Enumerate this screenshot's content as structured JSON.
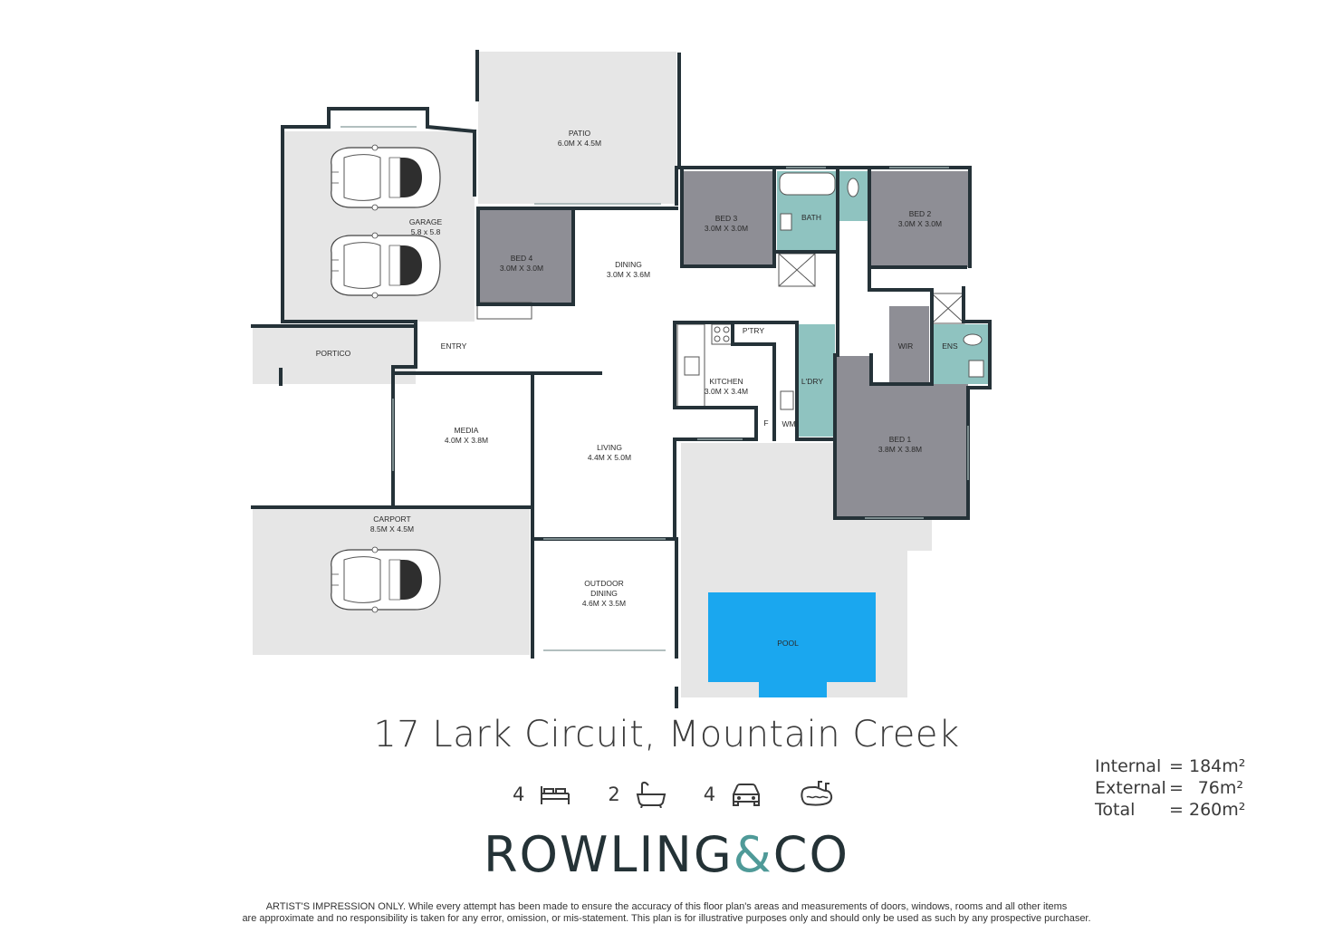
{
  "rooms": {
    "patio": {
      "name": "PATIO",
      "size": "6.0M X 4.5M"
    },
    "garage": {
      "name": "GARAGE",
      "size": "5.8 x 5.8"
    },
    "bed4": {
      "name": "BED 4",
      "size": "3.0M X 3.0M"
    },
    "dining": {
      "name": "DINING",
      "size": "3.0M X 3.6M"
    },
    "bed3": {
      "name": "BED 3",
      "size": "3.0M X 3.0M"
    },
    "bath": {
      "name": "BATH"
    },
    "bed2": {
      "name": "BED 2",
      "size": "3.0M X 3.0M"
    },
    "portico": {
      "name": "PORTICO"
    },
    "entry": {
      "name": "ENTRY"
    },
    "pantry": {
      "name": "P'TRY"
    },
    "kitchen": {
      "name": "KITCHEN",
      "size": "3.0M X 3.4M"
    },
    "laundry": {
      "name": "L'DRY"
    },
    "wir": {
      "name": "WIR"
    },
    "ens": {
      "name": "ENS"
    },
    "fridge": {
      "name": "F"
    },
    "wm": {
      "name": "WM"
    },
    "media": {
      "name": "MEDIA",
      "size": "4.0M X 3.8M"
    },
    "living": {
      "name": "LIVING",
      "size": "4.4M X 5.0M"
    },
    "bed1": {
      "name": "BED 1",
      "size": "3.8M X 3.8M"
    },
    "carport": {
      "name": "CARPORT",
      "size": "8.5M X 4.5M"
    },
    "outdoor_dining": {
      "name": "OUTDOOR",
      "name2": "DINING",
      "size": "4.6M X 3.5M"
    },
    "pool": {
      "name": "POOL"
    }
  },
  "address": "17 Lark Circuit, Mountain Creek",
  "features": {
    "bedrooms": "4",
    "bathrooms": "2",
    "cars": "4",
    "icons": [
      "bed-icon",
      "bathtub-icon",
      "car-icon",
      "pool-icon"
    ]
  },
  "areas": {
    "internal": {
      "label": "Internal",
      "eq": "=",
      "value": "184m²"
    },
    "external": {
      "label": "External",
      "eq": "=",
      "value": "76m²"
    },
    "total": {
      "label": "Total",
      "eq": "=",
      "value": "260m²"
    }
  },
  "logo": {
    "part1": "ROWLING",
    "amp": "&",
    "part2": "CO"
  },
  "disclaimer": {
    "line1": "ARTIST'S IMPRESSION ONLY. While every attempt has been made to ensure the accuracy of this floor plan's areas and measurements of doors, windows, rooms and all other items",
    "line2": "are approximate and no responsibility is taken for any error, omission, or mis-statement. This plan is for illustrative purposes only and should only be used as such by any prospective purchaser."
  },
  "colors": {
    "wall": "#253238",
    "outdoor": "#e6e6e6",
    "bedroom": "#8e8e95",
    "wet": "#8fc3c0",
    "pool": "#1aa7ef",
    "accent": "#4f9a98"
  }
}
